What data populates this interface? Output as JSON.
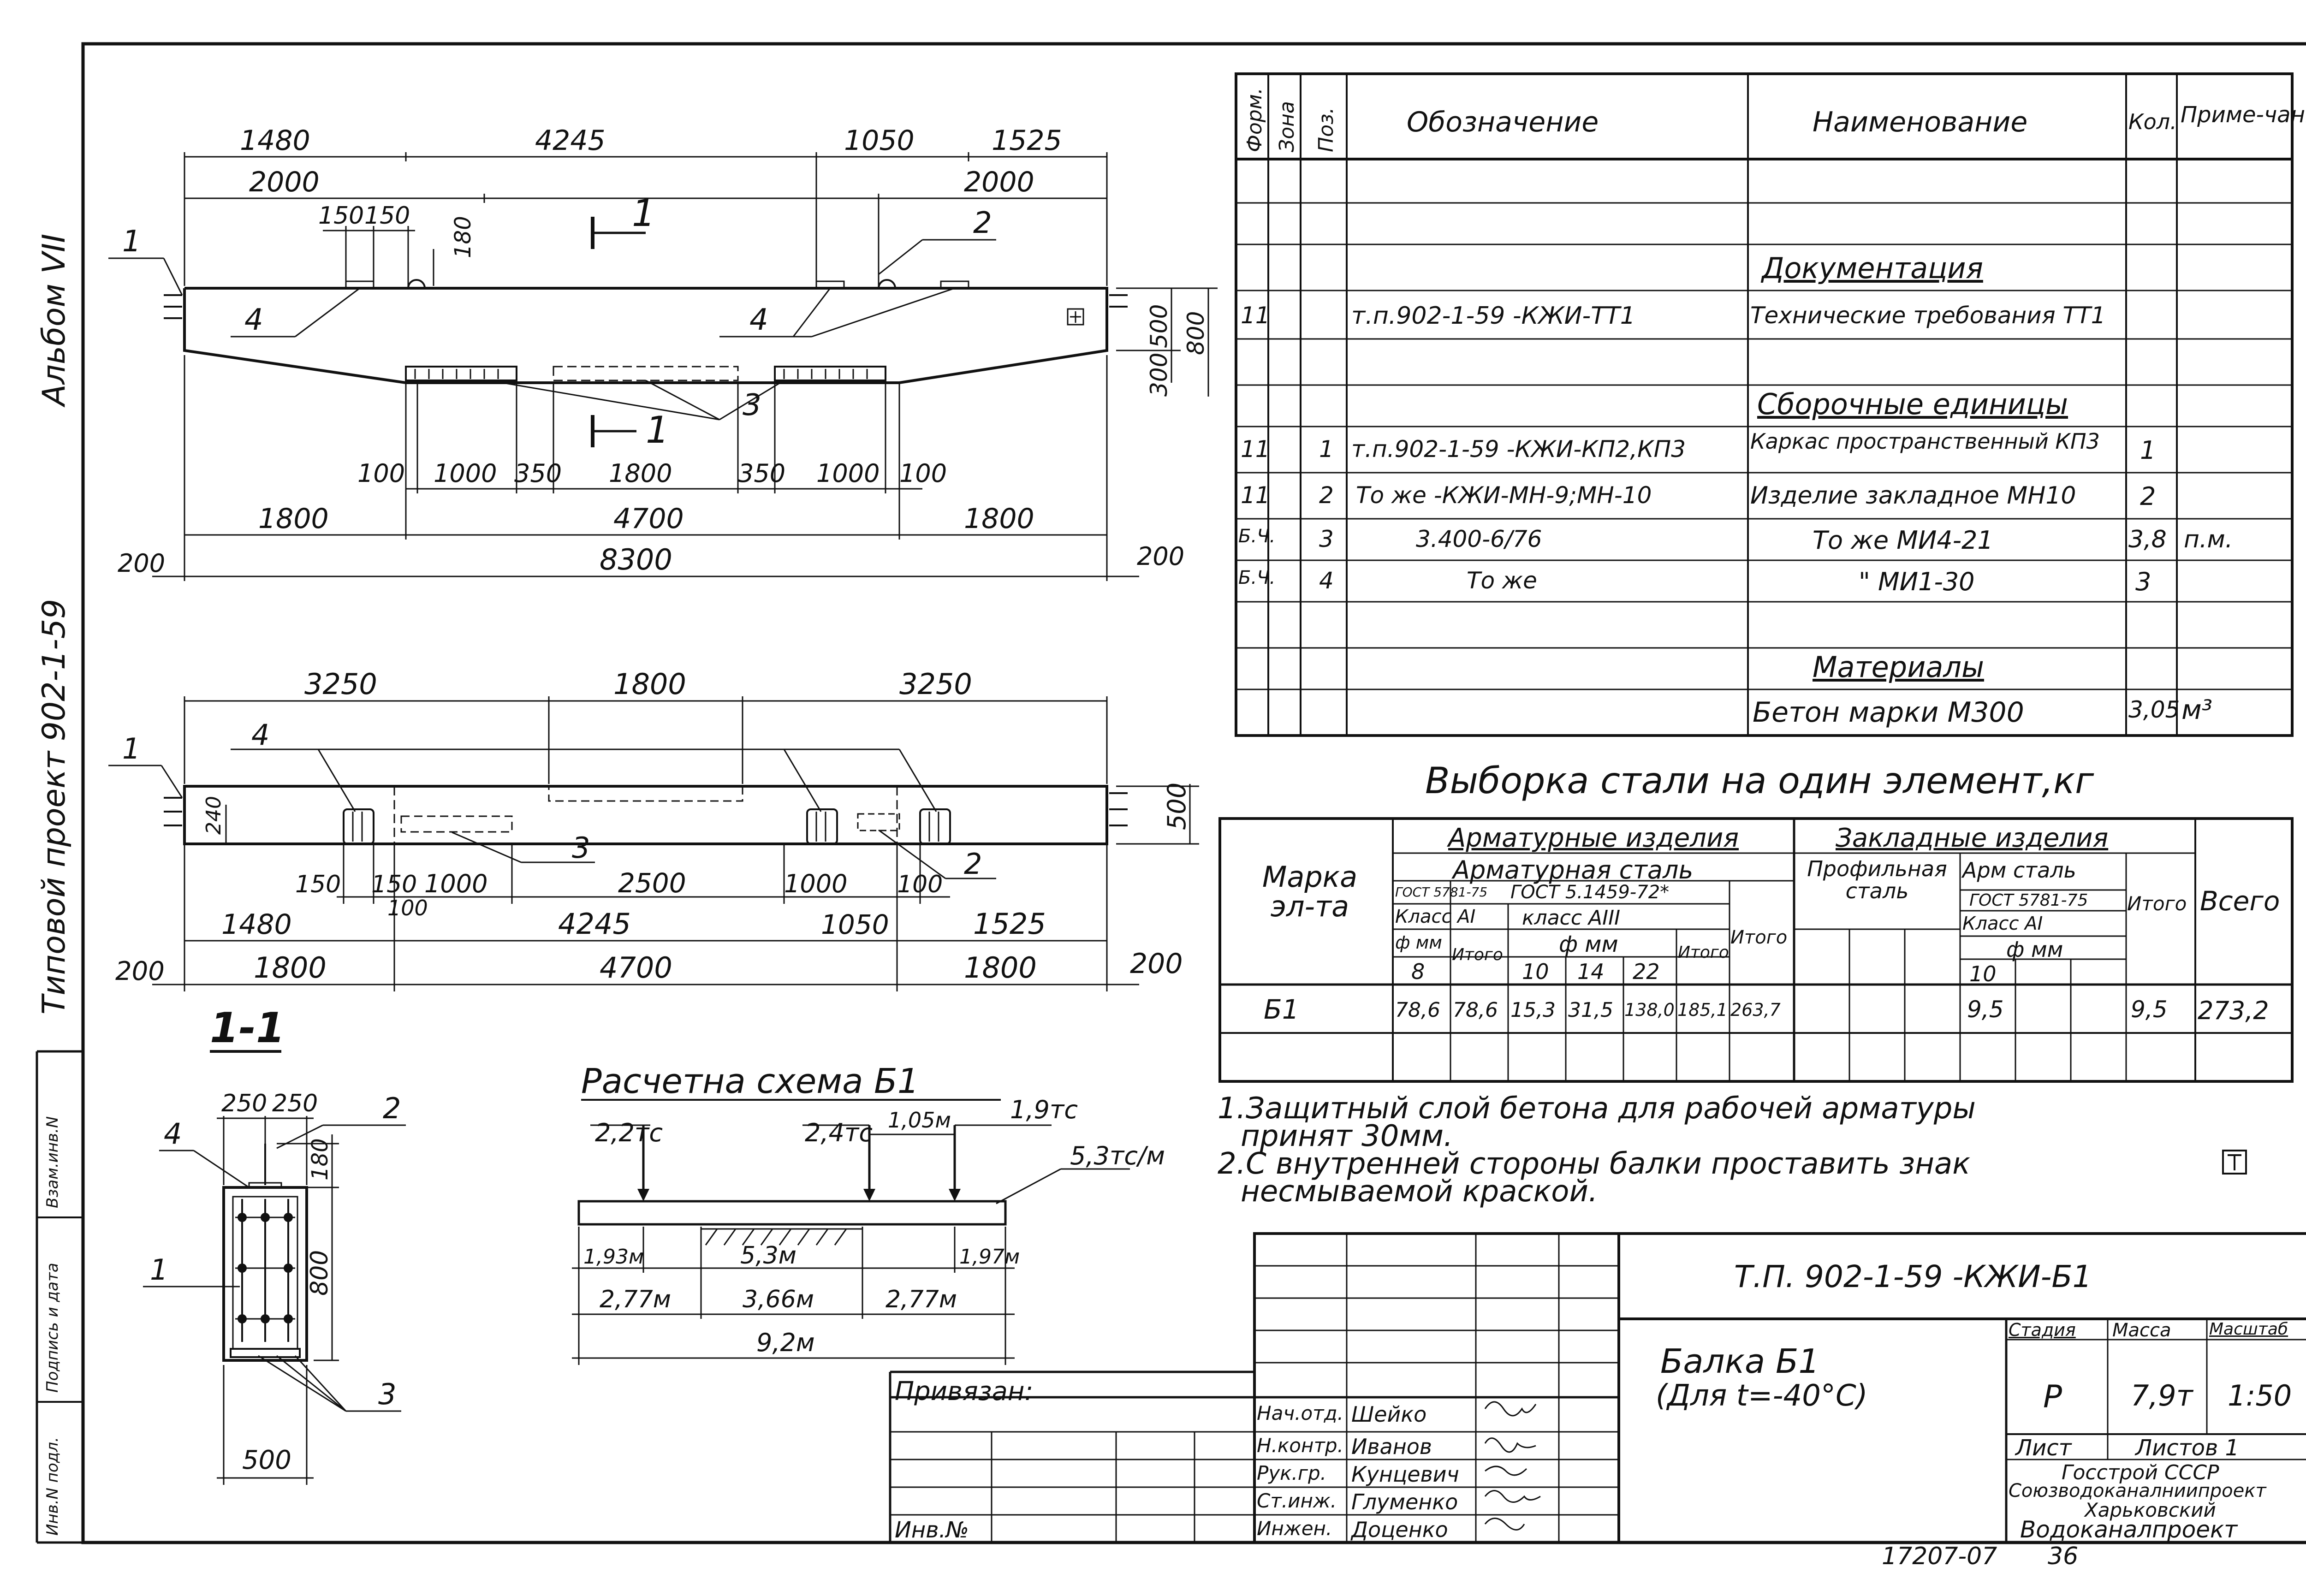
{
  "side": {
    "album": "Альбом VII",
    "project": "Типовой проект 902-1-59",
    "inv_cells": [
      "Инв.N подл.",
      "Подпись и дата",
      "Взам.инв.N"
    ]
  },
  "plan_top": {
    "dims_top": [
      "1480",
      "4245",
      "1050",
      "1525"
    ],
    "dims_second": [
      "2000",
      "2000"
    ],
    "dims_small": [
      "150",
      "150",
      "180"
    ],
    "section_mark": "1",
    "callouts": [
      "1",
      "2",
      "3",
      "4",
      "4"
    ],
    "right_dims": [
      "500",
      "800",
      "300"
    ],
    "dims_bottom_row1": [
      "100",
      "1000",
      "350",
      "1800",
      "350",
      "1000",
      "100"
    ],
    "dims_bottom_row2": [
      "1800",
      "4700",
      "1800"
    ],
    "dims_total": "8300",
    "ends": [
      "200",
      "200"
    ]
  },
  "plan_bottom": {
    "dims_top": [
      "3250",
      "1800",
      "3250"
    ],
    "callouts": [
      "4",
      "1",
      "3",
      "2"
    ],
    "dim_240": "240",
    "right_dim": "500",
    "row1": [
      "150",
      "150",
      "1000",
      "2500",
      "1000",
      "100"
    ],
    "row_100": "100",
    "row2": [
      "1480",
      "4245",
      "1050",
      "1525"
    ],
    "row3": [
      "1800",
      "4700",
      "1800"
    ],
    "ends": [
      "200",
      "200"
    ]
  },
  "section": {
    "title": "1-1",
    "dims_top": [
      "250",
      "250"
    ],
    "dim_180": "180",
    "dim_800": "800",
    "width": "500",
    "callouts": [
      "4",
      "2",
      "1",
      "3"
    ]
  },
  "scheme": {
    "title": "Расчетна  схема Б1",
    "loads": [
      "2,2тс",
      "2,4тс",
      "1,05м",
      "1,9тс",
      "5,3тс/м"
    ],
    "dims_row1": [
      "1,93м",
      "5,3м",
      "1,97м"
    ],
    "dims_row2": [
      "2,77м",
      "3,66м",
      "2,77м"
    ],
    "total": "9,2м"
  },
  "spec_table": {
    "headers": [
      "Форм.",
      "Зона",
      "Поз.",
      "Обозначение",
      "Наименование",
      "Кол.",
      "Приме-чание"
    ],
    "rows": [
      {
        "f": "",
        "z": "",
        "p": "",
        "oboz": "",
        "name": "Документация",
        "kol": "",
        "prim": "",
        "head": true
      },
      {
        "f": "11",
        "z": "",
        "p": "",
        "oboz": "т.п.902-1-59 -КЖИ-ТТ1",
        "name": "Технические требования ТТ1",
        "kol": "",
        "prim": ""
      },
      {
        "f": "",
        "z": "",
        "p": "",
        "oboz": "",
        "name": "Сборочные единицы",
        "kol": "",
        "prim": "",
        "head": true
      },
      {
        "f": "11",
        "z": "",
        "p": "1",
        "oboz": "т.п.902-1-59 -КЖИ-КП2,КП3",
        "name": "Каркас пространственный КП3",
        "kol": "1",
        "prim": ""
      },
      {
        "f": "11",
        "z": "",
        "p": "2",
        "oboz": "То же  -КЖИ-МН-9;МН-10",
        "name": "Изделие закладное МН10",
        "kol": "2",
        "prim": ""
      },
      {
        "f": "Б.Ч.",
        "z": "",
        "p": "3",
        "oboz": "3.400-6/76",
        "name": "То же      МИ4-21",
        "kol": "3,8",
        "prim": "п.м."
      },
      {
        "f": "Б.Ч.",
        "z": "",
        "p": "4",
        "oboz": "То же",
        "name": "\"      МИ1-30",
        "kol": "3",
        "prim": ""
      },
      {
        "f": "",
        "z": "",
        "p": "",
        "oboz": "",
        "name": "Материалы",
        "kol": "",
        "prim": "",
        "head": true
      },
      {
        "f": "",
        "z": "",
        "p": "",
        "oboz": "",
        "name": "Бетон марки М300",
        "kol": "3,05",
        "prim": "м³"
      }
    ]
  },
  "steel": {
    "title": "Выборка стали на один элемент,кг",
    "h_marka": "Марка эл-та",
    "h_arm_izd": "Арматурные изделия",
    "h_arm_stal": "Арматурная сталь",
    "h_gost1": "ГОСТ 5781-75",
    "h_gost2": "ГОСТ 5.1459-72*",
    "h_classA1": "Класс АI",
    "h_classA3": "класс АIII",
    "h_fmm": "ф мм",
    "h_itogo": "Итого",
    "h_zakl": "Закладные изделия",
    "h_profil": "Профильная сталь",
    "h_arm_stal2": "Арм сталь",
    "h_gost3": "ГОСТ 5781-75",
    "h_class2": "Класс АI",
    "h_vsego": "Всего",
    "diam": [
      "8",
      "10",
      "14",
      "22",
      "10"
    ],
    "row": {
      "marka": "Б1",
      "d8": "78,6",
      "it1": "78,6",
      "d10": "15,3",
      "d14": "31,5",
      "d22": "138,0",
      "it2": "185,1",
      "itogo": "263,7",
      "z10": "9,5",
      "zit": "9,5",
      "vsego": "273,2"
    }
  },
  "notes": [
    "1.Защитный слой бетона для рабочей арматуры",
    "принят 30мм.",
    "2.С внутренней стороны балки проставить знак",
    "несмываемой краской."
  ],
  "stamp": {
    "code": "Т.П. 902-1-59 -КЖИ-Б1",
    "name1": "Балка Б1",
    "name2": "(Для t=-40°С)",
    "stadia_h": "Стадия",
    "massa_h": "Масса",
    "masshtab_h": "Масштаб",
    "stadia": "Р",
    "massa": "7,9т",
    "masshtab": "1:50",
    "list": "Лист",
    "listov": "Листов 1",
    "org": [
      "Госстрой СССР",
      "Союзводоканалниипроект",
      "Харьковский",
      "Водоканалпроект"
    ],
    "privyazan": "Привязан:",
    "inv": "Инв.№",
    "roles": [
      "Нач.отд.",
      "Н.контр.",
      "Рук.гр.",
      "Ст.инж.",
      "Инжен."
    ],
    "names": [
      "Шейко",
      "Иванов",
      "Кунцевич",
      "Глуменко",
      "Доценко"
    ]
  },
  "footer": {
    "num": "17207-07",
    "page": "36"
  }
}
